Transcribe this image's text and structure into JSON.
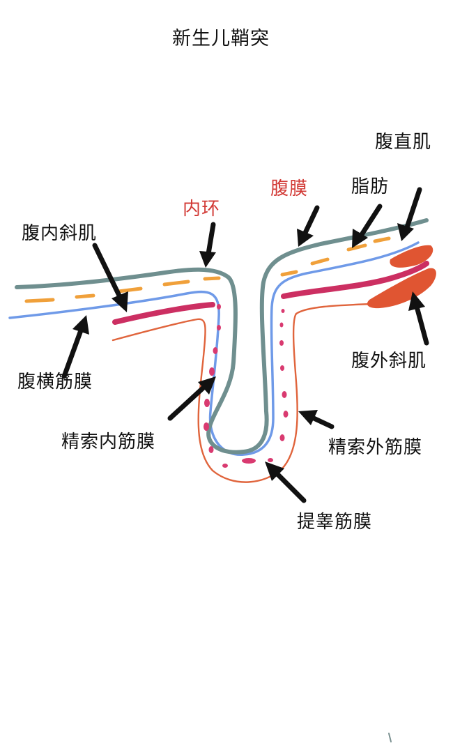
{
  "title": "新生儿鞘突",
  "colors": {
    "peritoneum": "#6f8f8f",
    "fat": "#f0a03a",
    "transversalis_fascia": "#6f9ae8",
    "internal_oblique": "#cc2f62",
    "external_spermatic": "#e0643c",
    "cremaster_dots": "#d93a70",
    "rectus_muscle": "#e05532",
    "red_label": "#d23a36",
    "arrow": "#111111"
  },
  "labels": {
    "rectus_abdominis": "腹直肌",
    "peritoneum": "腹膜",
    "fat": "脂肪",
    "internal_ring": "内环",
    "internal_oblique": "腹内斜肌",
    "transversalis_fascia": "腹横筋膜",
    "external_oblique": "腹外斜肌",
    "internal_spermatic_fascia": "精索内筋膜",
    "external_spermatic_fascia": "精索外筋膜",
    "cremasteric_fascia": "提睾筋膜"
  }
}
